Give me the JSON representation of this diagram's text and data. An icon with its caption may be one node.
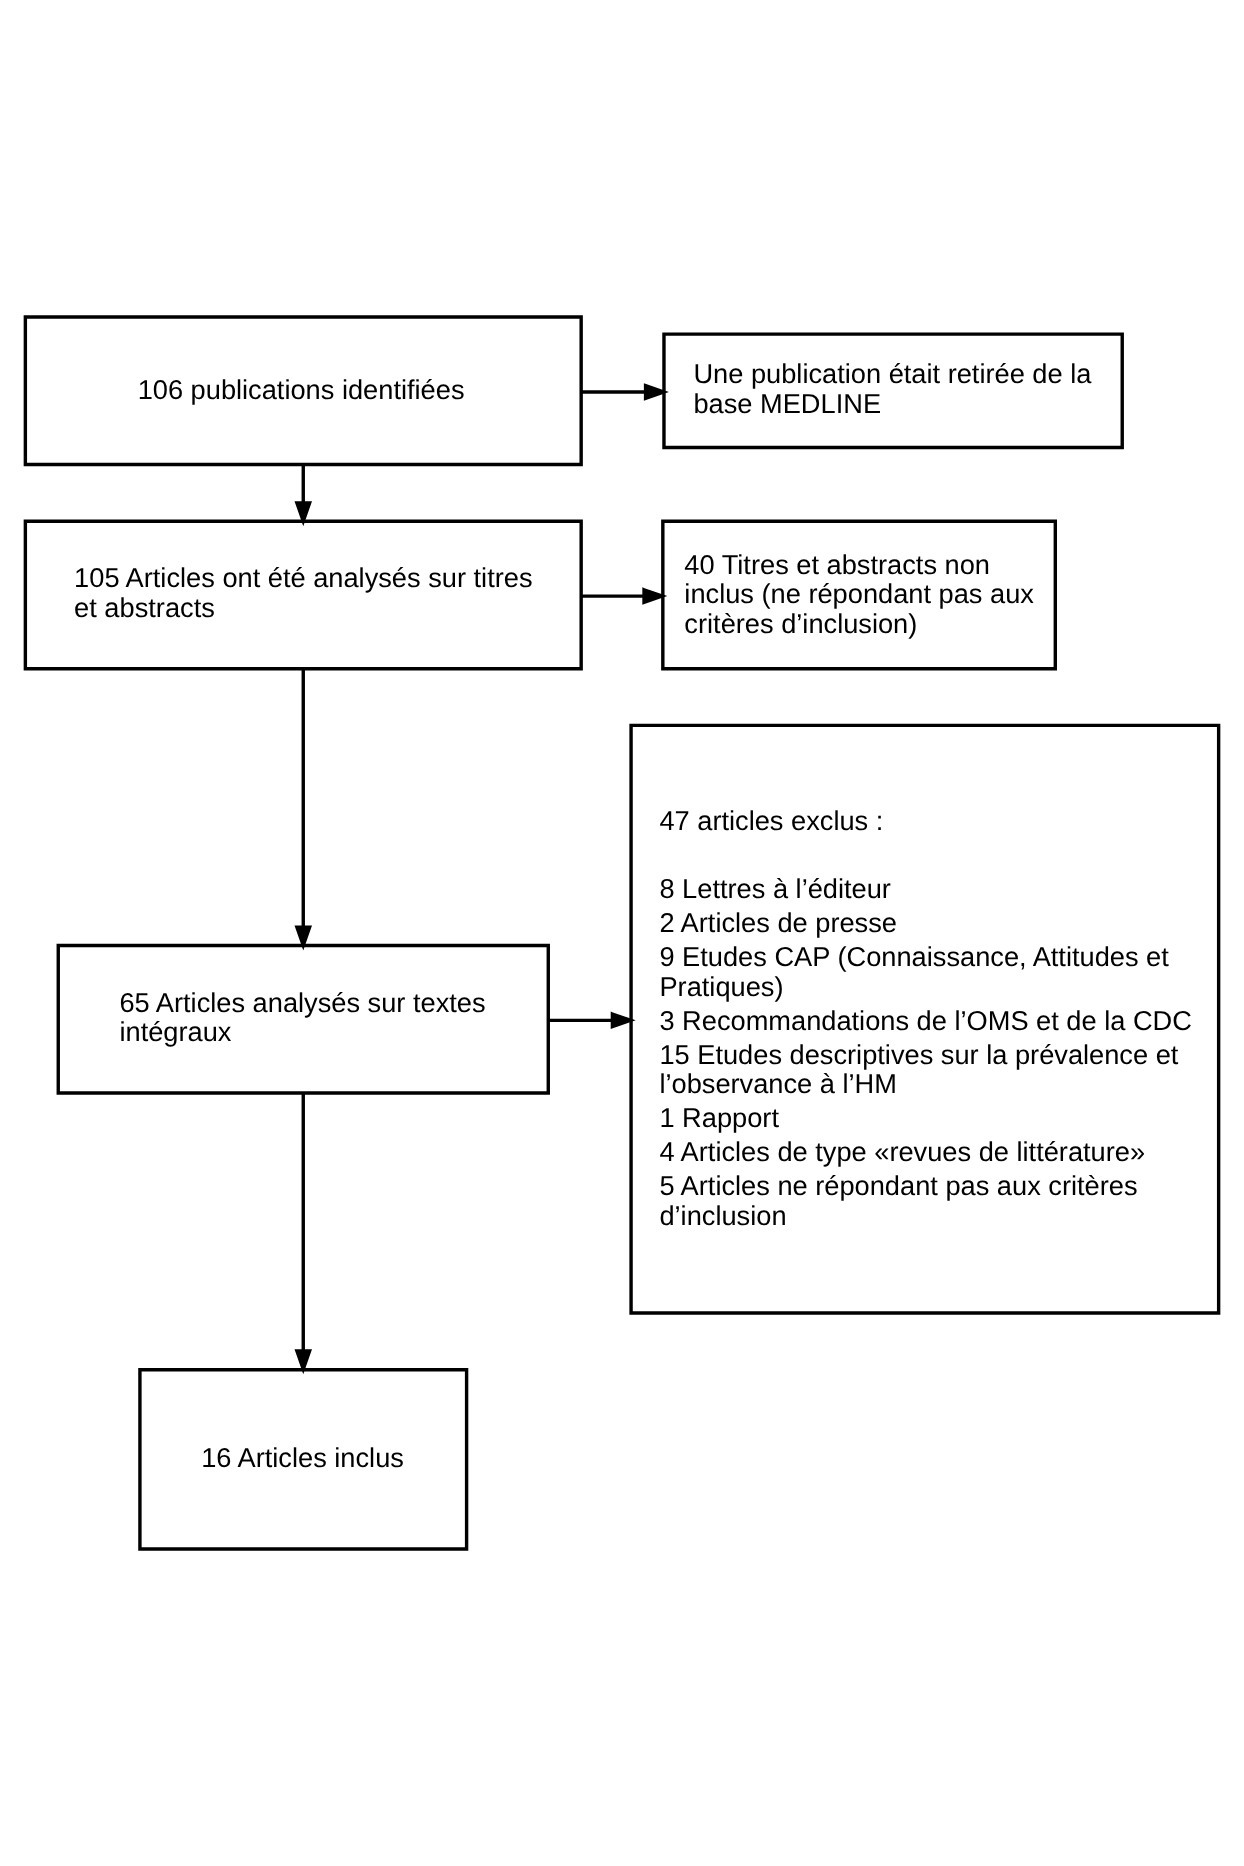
{
  "diagram": {
    "nodes": [
      {
        "text": [
          "106 publications identifiées"
        ]
      },
      {
        "text": [
          "Une publication était retirée de la base MEDLINE"
        ]
      },
      {
        "text": [
          "105 Articles ont été analysés sur titres et abstracts"
        ]
      },
      {
        "text": [
          "40 Titres et abstracts non inclus (ne répondant pas aux critères d’inclusion)"
        ]
      },
      {
        "text": [
          "65 Articles analysés sur textes intégraux"
        ]
      },
      {
        "text": [
          "47 articles exclus :",
          "8 Lettres à l’éditeur",
          "2 Articles de presse",
          "9 Etudes CAP (Connaissance, Attitudes et Pratiques)",
          "3 Recommandations de l’OMS et de la CDC",
          "15 Etudes descriptives sur la prévalence et l’observance à l’HM",
          "1 Rapport",
          "4 Articles de type «revues de littérature»",
          "5 Articles ne répondant pas aux critères d’inclusion"
        ]
      },
      {
        "text": [
          "16 Articles inclus"
        ]
      }
    ],
    "edges": [
      {
        "from": 0,
        "to": 2,
        "arrow": "to"
      },
      {
        "from": 0,
        "to": 1,
        "arrow": "to"
      },
      {
        "from": 2,
        "to": 4,
        "arrow": "to"
      },
      {
        "from": 2,
        "to": 3,
        "arrow": "to"
      },
      {
        "from": 4,
        "to": 6,
        "arrow": "to"
      },
      {
        "from": 4,
        "to": 5,
        "arrow": "to"
      }
    ]
  }
}
